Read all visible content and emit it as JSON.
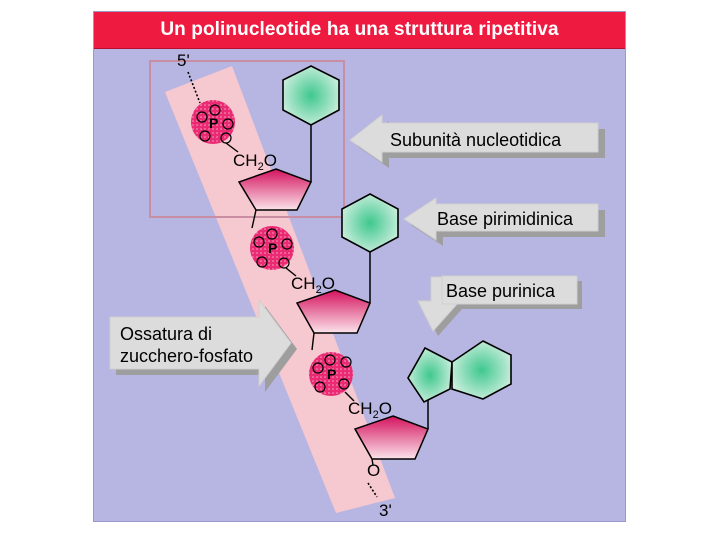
{
  "title": "Un polinucleotide ha una struttura ripetitiva",
  "labels": {
    "subunit": "Subunità nucleotidica",
    "pyrimidine": "Base pirimidinica",
    "purine": "Base purinica",
    "backbone_line1": "Ossatura di",
    "backbone_line2": "zucchero-fosfato",
    "end5": "5'",
    "end3": "3'"
  },
  "phosphate": {
    "letter_o": "O",
    "letter_p": "P"
  },
  "ch2": {
    "ch": "CH",
    "sub": "2",
    "o": "O"
  },
  "sugar_oxygen": "O",
  "colors": {
    "title_bg": "#ee1a3f",
    "panel_bg": "#b7b6e3",
    "backbone": "#f6c8cf",
    "phosphate": "#e0135e",
    "sugar_top": "#d6125f",
    "base": "#5fcf9f",
    "arrow": "#dcdcdc"
  }
}
